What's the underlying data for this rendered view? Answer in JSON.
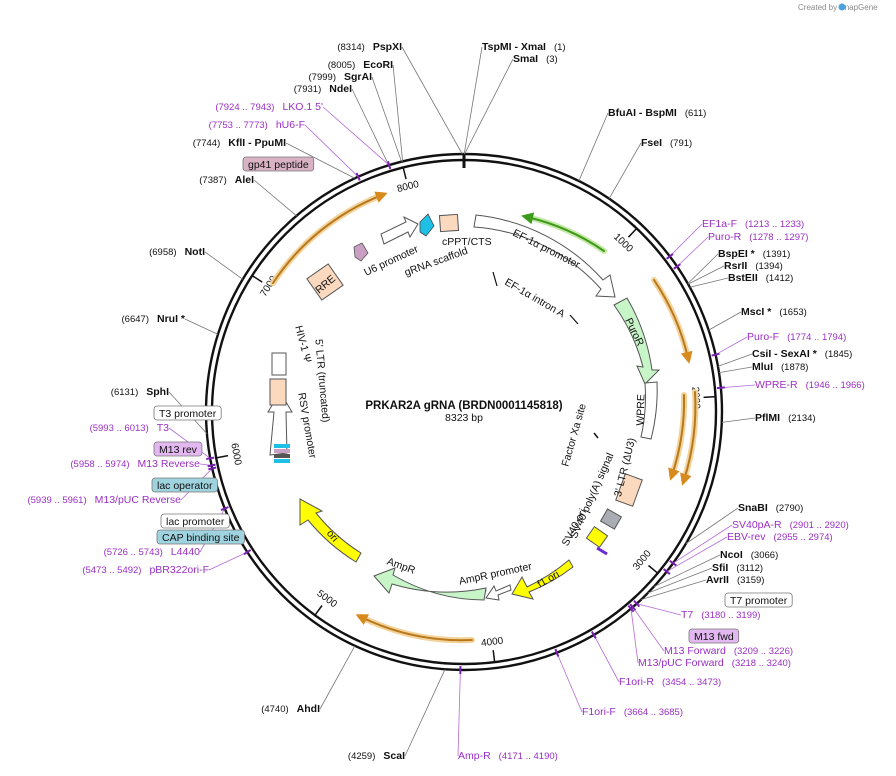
{
  "credit": "Created by SnapGene",
  "plasmid": {
    "name": "PRKAR2A gRNA (BRDN0001145818)",
    "size": "8323 bp",
    "length": 8323
  },
  "ticks": [
    "1000",
    "2000",
    "3000",
    "4000",
    "5000",
    "6000",
    "7000",
    "8000"
  ],
  "enzymes": [
    {
      "id": "pspxi",
      "name": "PspXI",
      "pos": "(8314)",
      "bp": 8314
    },
    {
      "id": "tspmi-xmai",
      "name": "TspMI  - XmaI",
      "pos": "(1)",
      "bp": 1
    },
    {
      "id": "smai",
      "name": "SmaI",
      "pos": "(3)",
      "bp": 3
    },
    {
      "id": "ecori",
      "name": "EcoRI",
      "pos": "(8005)",
      "bp": 8005
    },
    {
      "id": "sgrai",
      "name": "SgrAI",
      "pos": "(7999)",
      "bp": 7999
    },
    {
      "id": "ndei",
      "name": "NdeI",
      "pos": "(7931)",
      "bp": 7931
    },
    {
      "id": "bfuai-bspmi",
      "name": "BfuAI  - BspMI",
      "pos": "(611)",
      "bp": 611
    },
    {
      "id": "fsei",
      "name": "FseI",
      "pos": "(791)",
      "bp": 791
    },
    {
      "id": "kfli-ppumi",
      "name": "KflI  - PpuMI",
      "pos": "(7744)",
      "bp": 7744
    },
    {
      "id": "alei",
      "name": "AleI",
      "pos": "(7387)",
      "bp": 7387
    },
    {
      "id": "bspei",
      "name": "BspEI *",
      "pos": "(1391)",
      "bp": 1391
    },
    {
      "id": "rsrii",
      "name": "RsrII",
      "pos": "(1394)",
      "bp": 1394
    },
    {
      "id": "bsteii",
      "name": "BstEII",
      "pos": "(1412)",
      "bp": 1412
    },
    {
      "id": "noti",
      "name": "NotI",
      "pos": "(6958)",
      "bp": 6958
    },
    {
      "id": "msci",
      "name": "MscI *",
      "pos": "(1653)",
      "bp": 1653
    },
    {
      "id": "nrui",
      "name": "NruI *",
      "pos": "(6647)",
      "bp": 6647
    },
    {
      "id": "csii-sexai",
      "name": "CsiI  - SexAI *",
      "pos": "(1845)",
      "bp": 1845
    },
    {
      "id": "mlui",
      "name": "MluI",
      "pos": "(1878)",
      "bp": 1878
    },
    {
      "id": "sphi",
      "name": "SphI",
      "pos": "(6131)",
      "bp": 6131
    },
    {
      "id": "pflmi",
      "name": "PflMI",
      "pos": "(2134)",
      "bp": 2134
    },
    {
      "id": "snabi",
      "name": "SnaBI",
      "pos": "(2790)",
      "bp": 2790
    },
    {
      "id": "ncoi",
      "name": "NcoI",
      "pos": "(3066)",
      "bp": 3066
    },
    {
      "id": "sfii",
      "name": "SfiI",
      "pos": "(3112)",
      "bp": 3112
    },
    {
      "id": "avrii",
      "name": "AvrII",
      "pos": "(3159)",
      "bp": 3159
    },
    {
      "id": "ahdi",
      "name": "AhdI",
      "pos": "(4740)",
      "bp": 4740
    },
    {
      "id": "scai",
      "name": "ScaI",
      "pos": "(4259)",
      "bp": 4259
    }
  ],
  "primers": [
    {
      "id": "lko1-5",
      "name": "LKO.1 5'",
      "pos": "(7924 .. 7943)",
      "bp": 7933
    },
    {
      "id": "hu6-f",
      "name": "hU6-F",
      "pos": "(7753 .. 7773)",
      "bp": 7763
    },
    {
      "id": "ef1a-f",
      "name": "EF1a-F",
      "pos": "(1213 .. 1233)",
      "bp": 1223
    },
    {
      "id": "puro-r",
      "name": "Puro-R",
      "pos": "(1278 .. 1297)",
      "bp": 1287
    },
    {
      "id": "puro-f",
      "name": "Puro-F",
      "pos": "(1774 .. 1794)",
      "bp": 1784
    },
    {
      "id": "wpre-r",
      "name": "WPRE-R",
      "pos": "(1946 .. 1966)",
      "bp": 1956
    },
    {
      "id": "t3",
      "name": "T3",
      "pos": "(5993 .. 6013)",
      "bp": 6003
    },
    {
      "id": "m13-reverse",
      "name": "M13 Reverse",
      "pos": "(5958 .. 5974)",
      "bp": 5966
    },
    {
      "id": "m13-puc-reverse",
      "name": "M13/pUC Reverse",
      "pos": "(5939 .. 5961)",
      "bp": 5950
    },
    {
      "id": "l4440",
      "name": "L4440",
      "pos": "(5726 .. 5743)",
      "bp": 5734
    },
    {
      "id": "pbr322ori-f",
      "name": "pBR322ori-F",
      "pos": "(5473 .. 5492)",
      "bp": 5482
    },
    {
      "id": "sv40pa-r",
      "name": "SV40pA-R",
      "pos": "(2901 .. 2920)",
      "bp": 2910
    },
    {
      "id": "ebv-rev",
      "name": "EBV-rev",
      "pos": "(2955 .. 2974)",
      "bp": 2964
    },
    {
      "id": "t7",
      "name": "T7",
      "pos": "(3180 .. 3199)",
      "bp": 3190
    },
    {
      "id": "m13-forward",
      "name": "M13 Forward",
      "pos": "(3209 .. 3226)",
      "bp": 3217
    },
    {
      "id": "m13-puc-forward",
      "name": "M13/pUC Forward",
      "pos": "(3218 .. 3240)",
      "bp": 3229
    },
    {
      "id": "f1ori-r",
      "name": "F1ori-R",
      "pos": "(3454 .. 3473)",
      "bp": 3463
    },
    {
      "id": "f1ori-f",
      "name": "F1ori-F",
      "pos": "(3664 .. 3685)",
      "bp": 3674
    },
    {
      "id": "amp-r",
      "name": "Amp-R",
      "pos": "(4171 .. 4190)",
      "bp": 4180
    }
  ],
  "boxed_labels": [
    {
      "id": "gp41-peptide",
      "name": "gp41 peptide",
      "fill": "#d9b3c4"
    },
    {
      "id": "t3-promoter",
      "name": "T3 promoter",
      "fill": "#ffffff"
    },
    {
      "id": "m13-rev",
      "name": "M13 rev",
      "fill": "#e3b8f0"
    },
    {
      "id": "lac-operator",
      "name": "lac operator",
      "fill": "#9fd3df"
    },
    {
      "id": "lac-promoter",
      "name": "lac promoter",
      "fill": "#ffffff"
    },
    {
      "id": "cap-binding-site",
      "name": "CAP binding site",
      "fill": "#9fd3df"
    },
    {
      "id": "t7-promoter",
      "name": "T7 promoter",
      "fill": "#ffffff"
    },
    {
      "id": "m13-fwd",
      "name": "M13 fwd",
      "fill": "#e3b8f0"
    }
  ],
  "features": {
    "cppt": "cPPT/CTS",
    "grna": "gRNA scaffold",
    "u6": "U6 promoter",
    "rre": "RRE",
    "ef1a_promoter": "EF-1α promoter",
    "ef1a_intron": "EF-1α intron A",
    "puror": "PuroR",
    "wpre": "WPRE",
    "ltr3": "3' LTR (ΔU3)",
    "sv40pa": "SV40 poly(A) signal",
    "sv40ori": "SV40 ori",
    "f1ori": "f1 ori",
    "factorxa": "Factor Xa site",
    "ampr_promoter": "AmpR promoter",
    "ampr": "AmpR",
    "ori": "ori",
    "rsv": "RSV promoter",
    "ltr5": "5' LTR (truncated)",
    "hiv_psi": "HIV-1 Ψ"
  },
  "colors": {
    "primer": "#9b2fc4",
    "orf_arrow": "#e8a33a",
    "yellow": "#ffff00",
    "puror_green": "#c8f5c8",
    "peach": "#fbd9bf",
    "cyan": "#1ec0e6",
    "pink_purple": "#c9a0c3",
    "green_orf": "#73b92e"
  }
}
